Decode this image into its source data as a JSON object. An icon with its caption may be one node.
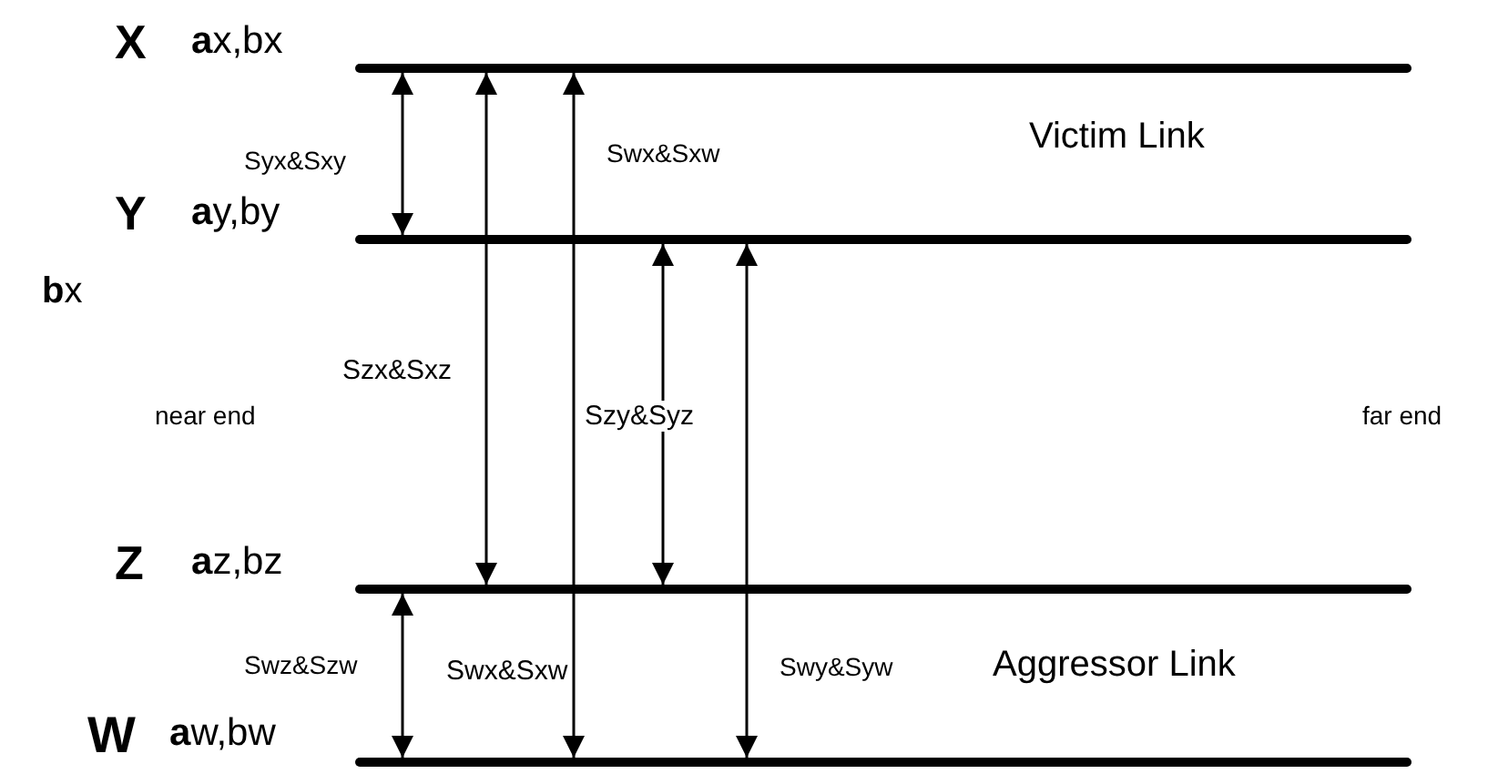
{
  "diagram": {
    "nodes": [
      {
        "text": [
          "X",
          "**a**x,bx"
        ]
      },
      {
        "text": [
          "Y",
          "**a**y,by"
        ]
      },
      {
        "text": [
          "Z",
          "**a**z,bz"
        ]
      },
      {
        "text": [
          "W",
          "**a**w,bw"
        ]
      }
    ],
    "edges": [
      {
        "from": 0,
        "to": 1,
        "arrow": "both",
        "label": "Syx&Sxy"
      },
      {
        "from": 0,
        "to": 2,
        "arrow": "both",
        "label": "Szx&Sxz"
      },
      {
        "from": 0,
        "to": 3,
        "arrow": "both",
        "label": "Swx&Sxw"
      },
      {
        "from": 1,
        "to": 2,
        "arrow": "both",
        "label": "Szy&Syz"
      },
      {
        "from": 1,
        "to": 3,
        "arrow": "both",
        "label": "Swy&Syw"
      },
      {
        "from": 2,
        "to": 3,
        "arrow": "both",
        "label": "Swz&Szw"
      }
    ],
    "labels": [
      "Victim Link",
      "**b**x",
      "near end",
      "far end",
      "Aggressor Link",
      "Swx&Sxw"
    ]
  }
}
